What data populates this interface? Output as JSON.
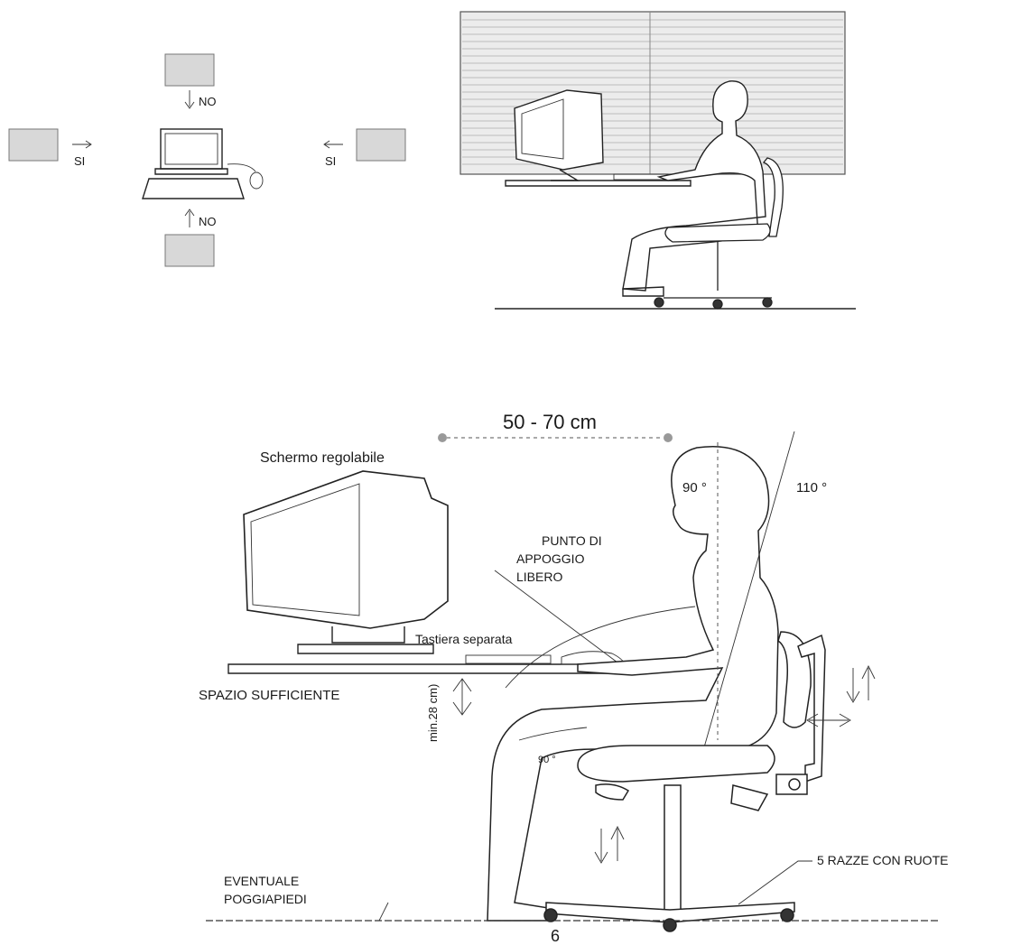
{
  "top_left": {
    "no_top": "NO",
    "no_bottom": "NO",
    "si_left": "SI",
    "si_right": "SI"
  },
  "main": {
    "distance": "50 - 70 cm",
    "screen_label": "Schermo regolabile",
    "angle_head": "90 °",
    "angle_back": "110 °",
    "support_line1": "PUNTO DI",
    "support_line2": "APPOGGIO",
    "support_line3": "LIBERO",
    "keyboard_label": "Tastiera separata",
    "space_label": "SPAZIO SUFFICIENTE",
    "min_height": "min.28 cm)",
    "angle_knee": "90 °",
    "wheels_label": "5 RAZZE CON RUOTE",
    "footrest_line1": "EVENTUALE",
    "footrest_line2": "POGGIAPIEDI"
  },
  "page_number": "6"
}
